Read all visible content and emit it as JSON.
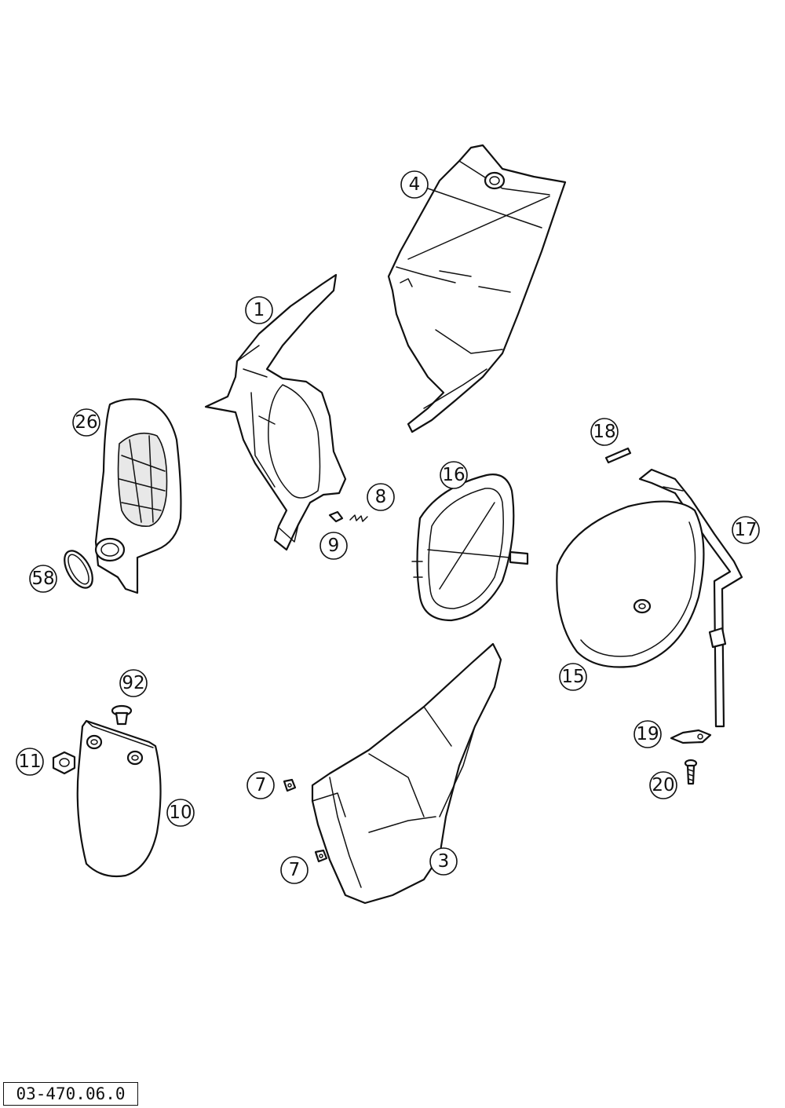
{
  "diagram": {
    "drawing_number": "03-470.06.0",
    "callouts": [
      {
        "key": "c4",
        "label": "4"
      },
      {
        "key": "c1",
        "label": "1"
      },
      {
        "key": "c26",
        "label": "26"
      },
      {
        "key": "c18",
        "label": "18"
      },
      {
        "key": "c16",
        "label": "16"
      },
      {
        "key": "c8",
        "label": "8"
      },
      {
        "key": "c9",
        "label": "9"
      },
      {
        "key": "c17",
        "label": "17"
      },
      {
        "key": "c58",
        "label": "58"
      },
      {
        "key": "c15",
        "label": "15"
      },
      {
        "key": "c92",
        "label": "92"
      },
      {
        "key": "c19",
        "label": "19"
      },
      {
        "key": "c11",
        "label": "11"
      },
      {
        "key": "c7a",
        "label": "7"
      },
      {
        "key": "c20",
        "label": "20"
      },
      {
        "key": "c10",
        "label": "10"
      },
      {
        "key": "c3",
        "label": "3"
      },
      {
        "key": "c7b",
        "label": "7"
      }
    ]
  }
}
